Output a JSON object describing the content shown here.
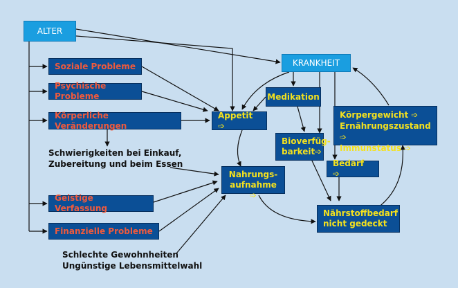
{
  "nodes": {
    "alter": "ALTER",
    "soziale": "Soziale Probleme",
    "psychische": "Psychische Probleme",
    "koerperlich": "Körperliche Veränderungen",
    "geistige": "Geistige Verfassung",
    "finanzielle": "Finanzielle Probleme",
    "krankheit": "KRANKHEIT",
    "medikation": "Medikation",
    "appetit": "Appetit ➩",
    "nahrung_1": "Nahrungs-",
    "nahrung_2": "aufnahme ➩",
    "biover_1": "Bioverfüg-",
    "biover_2": "barkeit➩",
    "bedarf": "Bedarf ➩",
    "koerpergewicht": "Körpergewicht ➩",
    "ernaehrung": "Ernährungszustand ➩",
    "immunstatus": "Immunstatus ➩",
    "naehrstoff_1": "Nährstoffbedarf",
    "naehrstoff_2": "nicht gedeckt"
  },
  "labels": {
    "schwierig_1": "Schwierigkeiten bei Einkauf,",
    "schwierig_2": "Zubereitung und beim Essen",
    "schlecht_1": "Schlechte Gewohnheiten",
    "schlecht_2": "Ungünstige Lebensmittelwahl"
  },
  "colors": {
    "background": "#c9def0",
    "box_fill": "#0b4f96",
    "krankheit_fill": "#1a9ee0",
    "red_text": "#f05a3c",
    "yellow_text": "#f4e11e"
  }
}
